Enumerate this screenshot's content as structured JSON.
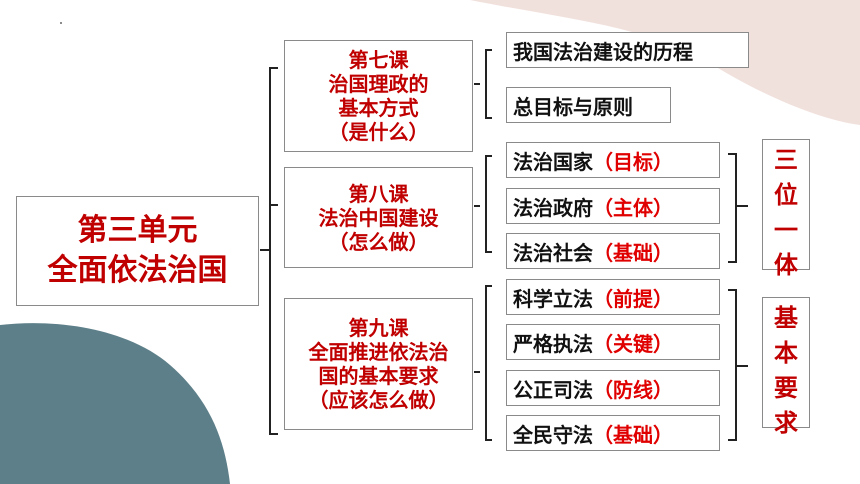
{
  "unit": {
    "line1": "第三单元",
    "line2": "全面依法治国"
  },
  "lessons": [
    {
      "lines": [
        "第七课",
        "治国理政的",
        "基本方式",
        "（是什么）"
      ]
    },
    {
      "lines": [
        "第八课",
        "法治中国建设",
        "（怎么做）"
      ]
    },
    {
      "lines": [
        "第九课",
        "全面推进依法治",
        "国的基本要求",
        "（应该怎么做）"
      ]
    }
  ],
  "items": [
    {
      "main": "我国法治建设的历程",
      "paren": ""
    },
    {
      "main": "总目标与原则",
      "paren": ""
    },
    {
      "main": "法治国家",
      "paren": "（目标）"
    },
    {
      "main": "法治政府",
      "paren": "（主体）"
    },
    {
      "main": "法治社会",
      "paren": "（基础）"
    },
    {
      "main": "科学立法",
      "paren": "（前提）"
    },
    {
      "main": "严格执法",
      "paren": "（关键）"
    },
    {
      "main": "公正司法",
      "paren": "（防线）"
    },
    {
      "main": "全民守法",
      "paren": "（基础）"
    }
  ],
  "side1": [
    "三",
    "位",
    "一",
    "体"
  ],
  "side2": [
    "基",
    "本",
    "要",
    "求"
  ]
}
